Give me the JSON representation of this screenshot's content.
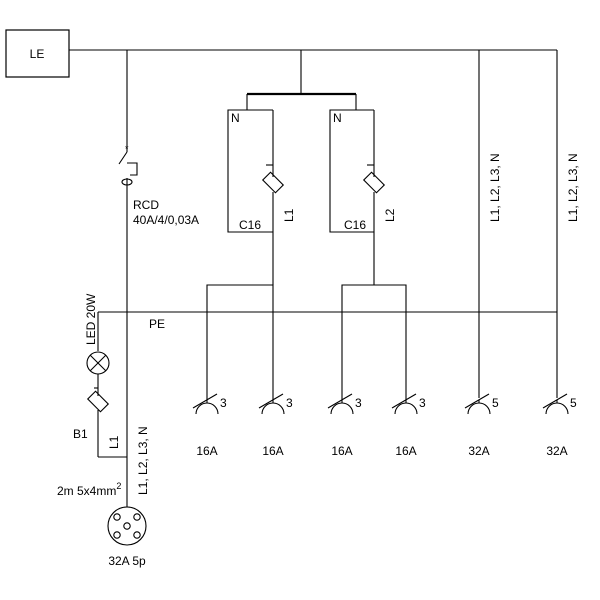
{
  "le_box": "LE",
  "rcd": {
    "name": "RCD",
    "rating": "40A/4/0,03A"
  },
  "breakers": [
    {
      "neutral": "N",
      "rating": "C16",
      "phase": "L1"
    },
    {
      "neutral": "N",
      "rating": "C16",
      "phase": "L2"
    }
  ],
  "feeder_labels": [
    "L1, L2, L3, N",
    "L1, L2, L3, N"
  ],
  "pe_label": "PE",
  "led": {
    "label": "LED 20W"
  },
  "b1": {
    "name": "B1",
    "phase": "L1"
  },
  "main_feed_label": "L1, L2, L3, N",
  "cable": {
    "text": "2m 5x4mm",
    "sup": "2"
  },
  "main_socket_label": "32A 5p",
  "outlets": [
    {
      "poles": "3",
      "rating": "16A"
    },
    {
      "poles": "3",
      "rating": "16A"
    },
    {
      "poles": "3",
      "rating": "16A"
    },
    {
      "poles": "3",
      "rating": "16A"
    },
    {
      "poles": "5",
      "rating": "32A"
    },
    {
      "poles": "5",
      "rating": "32A"
    }
  ]
}
